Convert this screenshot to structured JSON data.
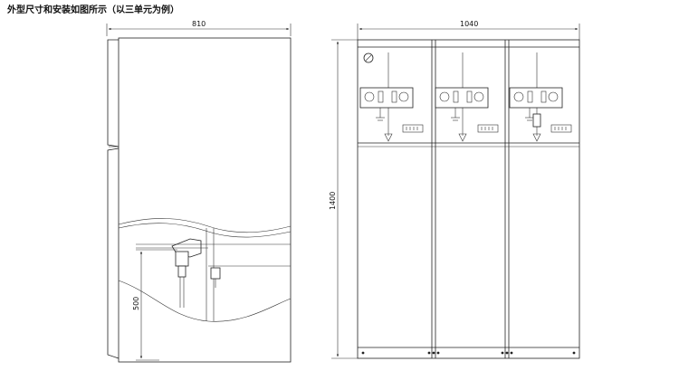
{
  "title": "外型尺寸和安装如图所示（以三单元为例）",
  "side_view": {
    "width_dim": "810",
    "height_dim": "500"
  },
  "front_view": {
    "width_dim": "1040",
    "height_dim": "1400"
  }
}
